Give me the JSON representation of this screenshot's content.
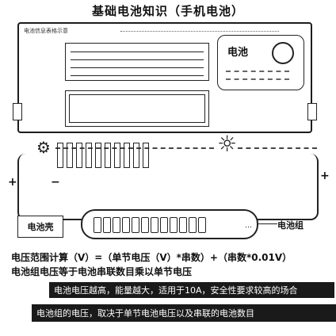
{
  "title": "基础电池知识（手机电池）",
  "phone": {
    "caption": "电池信息表格示意",
    "battery_label": "电池",
    "toggle_icon": "power-toggle-icon"
  },
  "circuit": {
    "gear_icon": "gear-icon",
    "sun_icon": "sun-icon",
    "plus": "+",
    "minus": "−",
    "thin_cell": "电池壳",
    "thick_cell": "电池组",
    "cell_count": 12
  },
  "formula": {
    "line1": "电压范围计算（V）=（单节电压（V）*串数）+（串数*0.01V）",
    "line2": "电池组电压等于电池串联数目乘以单节电压"
  },
  "banner": {
    "line1": "电池电压越高，能量越大，适用于10A，安全性要求较高的场合",
    "line2": "电池组的电压，取决于单节电池电压以及串联的电池数目"
  },
  "colors": {
    "ink": "#1a1a1a",
    "background": "#ffffff"
  }
}
